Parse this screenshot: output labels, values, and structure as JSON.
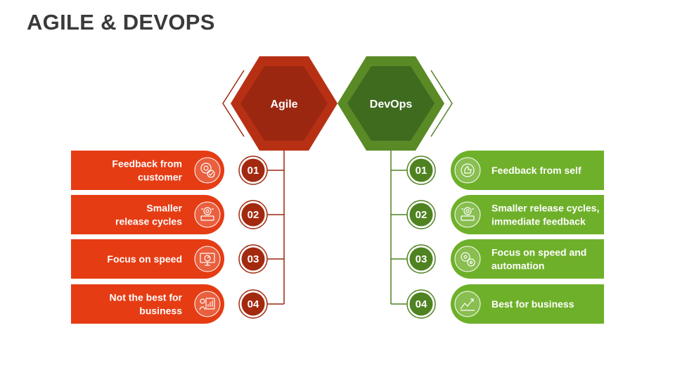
{
  "title": "AGILE & DEVOPS",
  "colors": {
    "agile_dark": "#9b2710",
    "agile_mid": "#b83014",
    "agile_card": "#e63c14",
    "agile_num": "#a3290f",
    "devops_dark": "#3f6b1f",
    "devops_mid": "#5a8a25",
    "devops_card": "#6fb02a",
    "devops_num": "#4f8221"
  },
  "agile": {
    "label": "Agile",
    "items": [
      {
        "number": "01",
        "text": [
          "Feedback from",
          "customer"
        ],
        "icon": "feedback-badge-icon"
      },
      {
        "number": "02",
        "text": [
          "Smaller",
          "release cycles"
        ],
        "icon": "release-gear-icon"
      },
      {
        "number": "03",
        "text": [
          "Focus on speed"
        ],
        "icon": "speed-monitor-icon"
      },
      {
        "number": "04",
        "text": [
          "Not the best for",
          "business"
        ],
        "icon": "business-chart-icon"
      }
    ]
  },
  "devops": {
    "label": "DevOps",
    "items": [
      {
        "number": "01",
        "text": [
          "Feedback from self"
        ],
        "icon": "self-feedback-icon"
      },
      {
        "number": "02",
        "text": [
          "Smaller release cycles,",
          "immediate feedback"
        ],
        "icon": "release-gear-icon"
      },
      {
        "number": "03",
        "text": [
          "Focus on speed and",
          "automation"
        ],
        "icon": "automation-gears-icon"
      },
      {
        "number": "04",
        "text": [
          "Best for business"
        ],
        "icon": "business-growth-icon"
      }
    ]
  }
}
